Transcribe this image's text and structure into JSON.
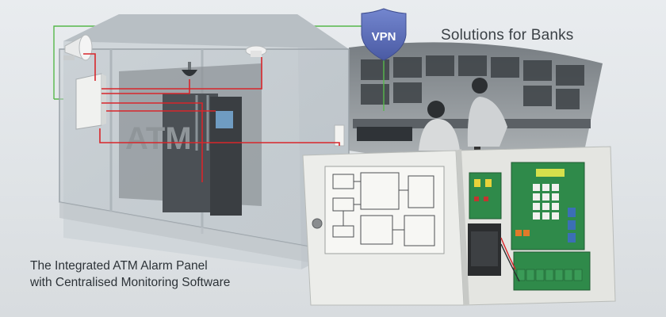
{
  "headline": "Solutions for Banks",
  "vpn_badge": "VPN",
  "atm_sign": "ATM",
  "caption": {
    "line1": "The Integrated ATM Alarm Panel",
    "line2": "with Centralised Monitoring Software"
  },
  "colors": {
    "alarm_wire": "#d8262b",
    "network_wire": "#56b84a",
    "vpn_shield": "#5d6fb8",
    "pcb": "#2f8a4a",
    "enclosure": "#e6e7e3"
  },
  "icons": [
    "siren-horn-icon",
    "dome-camera-icon",
    "smoke-detector-icon",
    "vpn-shield-icon"
  ]
}
